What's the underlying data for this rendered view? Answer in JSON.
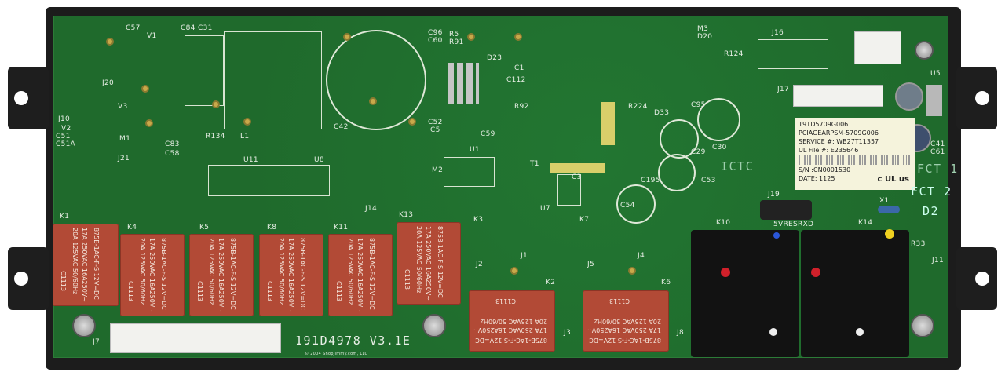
{
  "board": {
    "part_number": "191D4978 V3.1E",
    "copyright": "© 2004 ShopJimmy.com, LLC",
    "marks": [
      "ICTC",
      "FCT 1",
      "FCT 2",
      "D2"
    ]
  },
  "labels": [
    "C57",
    "V1",
    "C84",
    "C31",
    "C96",
    "C60",
    "R5",
    "R91",
    "D23",
    "C1",
    "C112",
    "M3",
    "D20",
    "R124",
    "J16",
    "J20",
    "V3",
    "J10",
    "V2",
    "C51",
    "C51A",
    "M1",
    "J21",
    "C83",
    "C58",
    "R134",
    "L1",
    "C42",
    "C52",
    "C5",
    "C59",
    "R92",
    "U1",
    "M2",
    "T1",
    "C3",
    "U7",
    "R224",
    "D33",
    "C95",
    "C30",
    "C29",
    "C53",
    "C195",
    "C54",
    "J17",
    "U5",
    "C41",
    "C61",
    "U11",
    "U8",
    "J14",
    "K13",
    "K1",
    "K4",
    "K5",
    "K8",
    "K11",
    "K3",
    "K7",
    "K10",
    "K14",
    "J1",
    "J2",
    "J4",
    "J5",
    "K2",
    "K6",
    "J3",
    "J8",
    "J19",
    "5VRESRXD",
    "X1",
    "R33",
    "J11",
    "J7"
  ],
  "relays": {
    "small_text": [
      "875B-1AC-F-S 12V=DC",
      "17A 250VAC 16A250V~",
      "20A 125VAC 50/60Hz",
      "C1113"
    ],
    "small_count": 6,
    "large_count": 2
  },
  "sticker": {
    "line1": "191D5709G006",
    "line2": "PCIAGEARPSM-5709G006",
    "service": "SERVICE #: WB27T11357",
    "ul_file": "UL File #: E235646",
    "sn": "S/N    :CN0001530",
    "date": "DATE: 1125",
    "ul_mark": "c UL us"
  },
  "colors": {
    "pcb": "#1f6a2c",
    "relay": "#b24a36",
    "frame": "#1c1c1c"
  }
}
